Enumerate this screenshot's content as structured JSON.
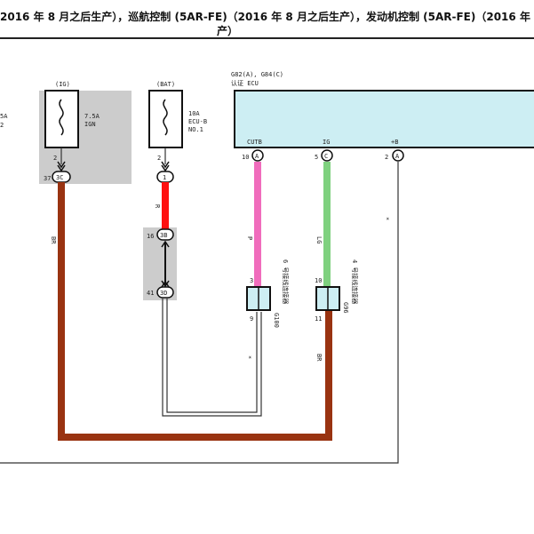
{
  "header": {
    "line1": "2016 年 8 月之后生产），巡航控制 (5AR-FE)（2016 年 8 月之后生产），发动机控制 (5AR-FE)（2016 年 8 ...",
    "line2": "产）"
  },
  "colors": {
    "fuse_box_bg": "#cccccc",
    "ecu_fill": "#cdeef3",
    "wire_BR": "#993311",
    "wire_P": "#f06cbc",
    "wire_LG": "#7fd17f",
    "wire_R": "#ff1010",
    "wire_plain": "#333333",
    "connector_fill": "#cdeef3"
  },
  "fuses": [
    {
      "bus": "(IG)",
      "rating": "7.5A",
      "name": "IGN",
      "name2": "",
      "pin": "2",
      "joint_pin": "37",
      "joint_label": "3C"
    },
    {
      "bus": "(BAT)",
      "rating": "10A",
      "name": "ECU-B",
      "name2": "NO.1",
      "pin": "2",
      "joint_pin": "",
      "joint_label": "1"
    }
  ],
  "left_cut": {
    "line1": "5A",
    "line2": "2"
  },
  "junction": {
    "top": {
      "pin": "16",
      "label": "3B"
    },
    "bottom": {
      "pin": "41",
      "label": "3D"
    }
  },
  "ecu": {
    "title": "G82(A), G84(C)",
    "name": "认证 ECU",
    "terminals": [
      {
        "name": "CUTB",
        "pin": "10",
        "conn": "A"
      },
      {
        "name": "IG",
        "pin": "5",
        "conn": "C"
      },
      {
        "name": "+B",
        "pin": "2",
        "conn": "A"
      }
    ]
  },
  "connectors": [
    {
      "id": "G100",
      "desc": "6 号接线连接器",
      "pin_in": "3",
      "pin_out": "9"
    },
    {
      "id": "G96",
      "desc": "4 号接线连接器",
      "pin_in": "10",
      "pin_out": "11"
    }
  ],
  "wire_labels": {
    "left_br": "BR",
    "bat_r": "R",
    "cutb_p": "P",
    "ig_lg": "LG",
    "g96_br": "BR",
    "plain_a": "*",
    "plain_b": "*"
  }
}
